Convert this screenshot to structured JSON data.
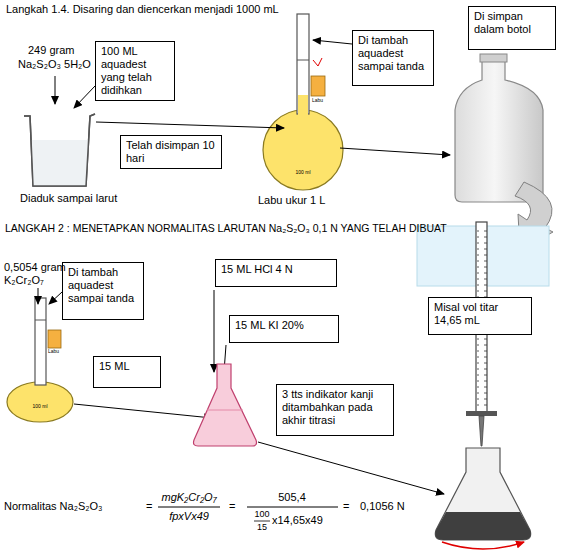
{
  "diagram": {
    "title": "Langkah 1.4. Disaring dan diencerkan menjadi 1000 mL",
    "nodes": [
      {
        "text": [
          "100 ML aquadest yang telah didihkan"
        ]
      },
      {
        "text": [
          "Di tambah aquadest sampai tanda"
        ]
      },
      {
        "text": [
          "Di simpan dalam botol"
        ]
      },
      {
        "text": [
          "Telah disimpan 10 hari"
        ]
      },
      {
        "text": [
          "Di tambah aquadest sampai tanda"
        ]
      },
      {
        "text": [
          "15 ML HCl 4 N"
        ]
      },
      {
        "text": [
          "15 ML KI 20%"
        ]
      },
      {
        "text": [
          "Misal vol titar 14,65 mL"
        ]
      },
      {
        "text": [
          "15 ML"
        ]
      },
      {
        "text": [
          "3 tts indikator kanji ditambahkan pada akhir titrasi"
        ]
      }
    ],
    "labels": [
      "249 gram",
      "Na₂S₂O₃ 5H₂O",
      "Diaduk sampai larut",
      "Labu",
      "100 ml",
      "Labu ukur 1 L",
      "LANGKAH 2 : MENETAPKAN NORMALITAS LARUTAN Na₂S₂O₃ 0,1 N YANG TELAH DIBUAT",
      "0,5054 gram",
      "K₂Cr₂O₇",
      "Labu",
      "100 ml",
      "Normalitas Na₂S₂O₃",
      "=",
      "mgK₂Cr₂O₇",
      "fpxVx49",
      "=",
      "505,4",
      "100",
      "15",
      "x14,65x49",
      "=",
      "0,1056 N"
    ]
  }
}
